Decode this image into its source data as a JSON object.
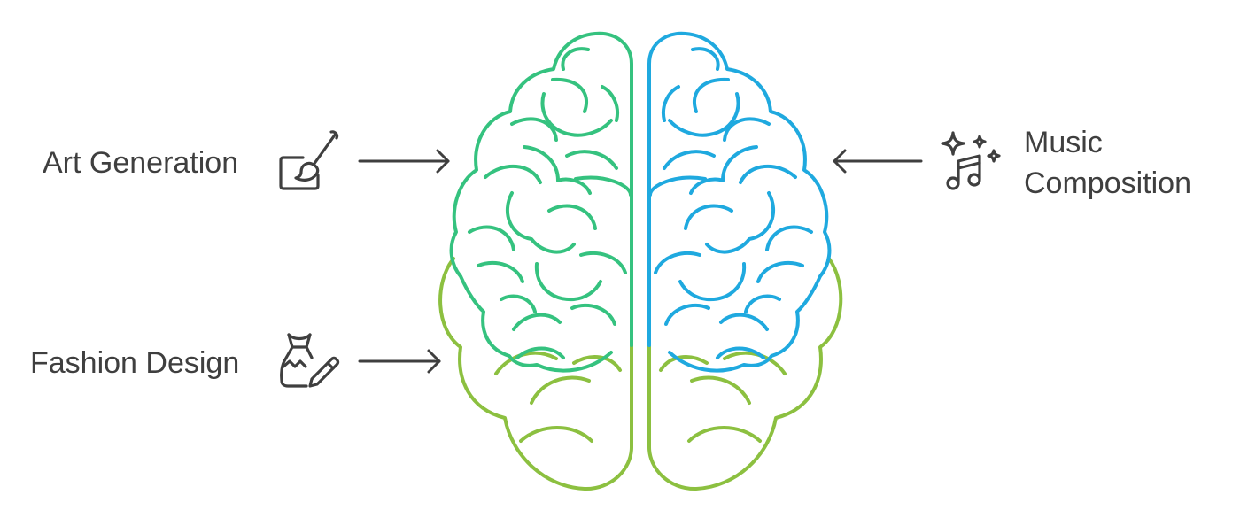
{
  "diagram": {
    "colors": {
      "text": "#3f3f3f",
      "left_upper": "#35c27f",
      "left_lower": "#8cc040",
      "right_upper": "#1fa9df",
      "right_lower": "#8cc040",
      "icon": "#3f3f3f"
    },
    "items": [
      {
        "id": "art",
        "label": "Art Generation",
        "icon": "paintbrush-canvas-icon"
      },
      {
        "id": "fashion",
        "label": "Fashion Design",
        "icon": "dress-pencil-icon"
      },
      {
        "id": "music",
        "label_line1": "Music",
        "label_line2": "Composition",
        "icon": "sparkles-music-note-icon"
      }
    ]
  }
}
